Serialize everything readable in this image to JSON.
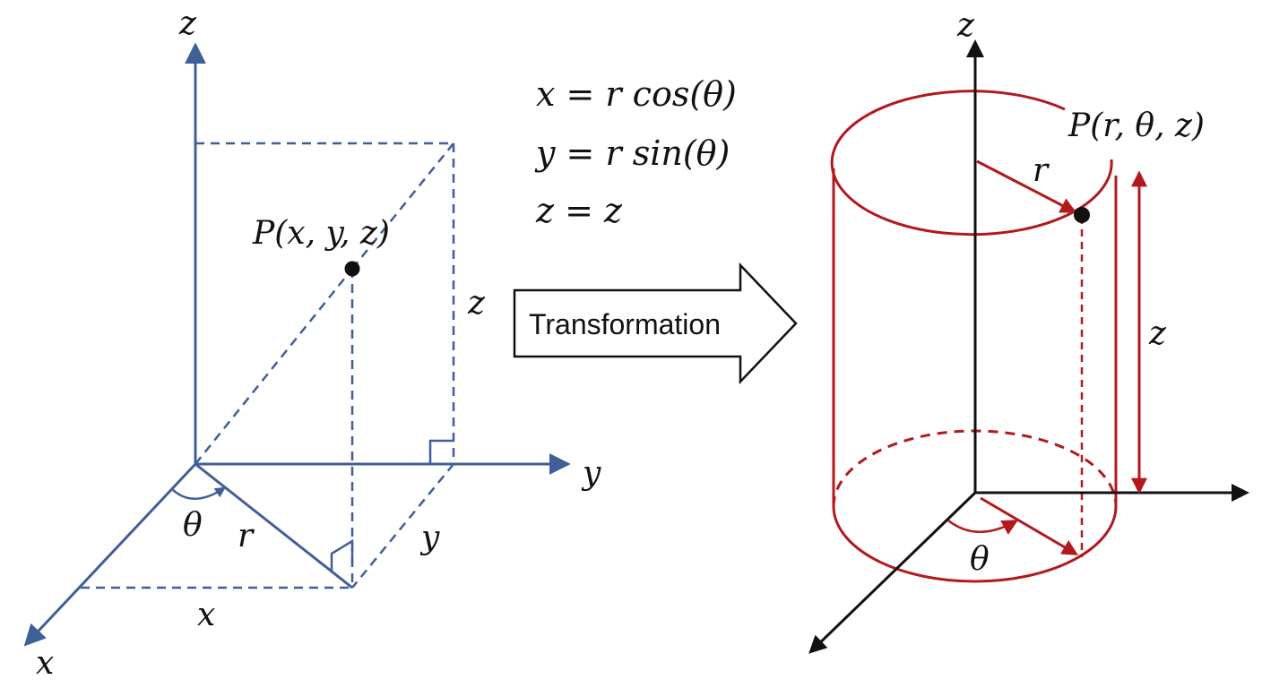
{
  "colors": {
    "cartesian": "#3f5f98",
    "cylinder": "#b3191c",
    "ink": "#111111"
  },
  "cartesian": {
    "axis_z": "z",
    "axis_y": "y",
    "axis_x": "x",
    "point_label": "P(x, y, z)",
    "dim_z": "z",
    "dim_y": "y",
    "dim_x": "x",
    "angle_theta": "θ",
    "radius_r": "r"
  },
  "equations": [
    "x = r cos(θ)",
    "y = r sin(θ)",
    "z = z"
  ],
  "transform_label": "Transformation",
  "cylindrical": {
    "axis_z": "z",
    "point_label": "P(r, θ, z)",
    "radius_r": "r",
    "height_z": "z",
    "angle_theta": "θ"
  }
}
